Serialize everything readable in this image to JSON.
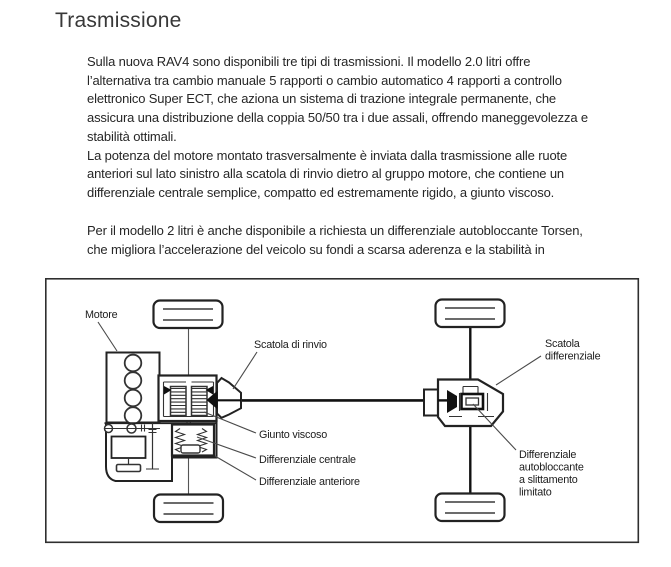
{
  "page": {
    "title": "Trasmissione",
    "background": "#ffffff",
    "title_color": "#383838",
    "text_color": "#262626"
  },
  "article": {
    "paragraph1": "Sulla nuova RAV4 sono disponibili tre tipi di trasmissioni. Il modello 2.0 litri offre\nl’alternativa tra cambio manuale 5 rapporti o cambio automatico 4 rapporti a controllo\nelettronico Super ECT, che aziona un sistema di trazione integrale permanente, che\nassicura una distribuzione della coppia 50/50 tra i due assali, offrendo maneggevolezza e\nstabilità ottimali.\nLa potenza del motore montato trasversalmente è inviata dalla trasmissione alle ruote\nanteriori sul lato sinistro alla scatola di rinvio dietro al gruppo motore, che contiene un\ndifferenziale centrale semplice, compatto ed estremamente rigido, a giunto viscoso.",
    "paragraph2": "Per il modello 2 litri è anche disponibile a richiesta un differenziale autobloccante Torsen,\nche migliora l’accelerazione del veicolo su fondi a scarsa aderenza e la stabilità in"
  },
  "diagram": {
    "line_color": "#222222",
    "labels": {
      "motore": "Motore",
      "scatola_di_rinvio": "Scatola di rinvio",
      "giunto_viscoso": "Giunto viscoso",
      "differenziale_centrale": "Differenziale centrale",
      "differenziale_anteriore": "Differenziale anteriore",
      "scatola_differenziale": [
        "Scatola",
        "differenziale"
      ],
      "differenziale_autobloccante": [
        "Differenziale",
        "autobloccante",
        "a slittamento",
        "limitato"
      ]
    }
  }
}
